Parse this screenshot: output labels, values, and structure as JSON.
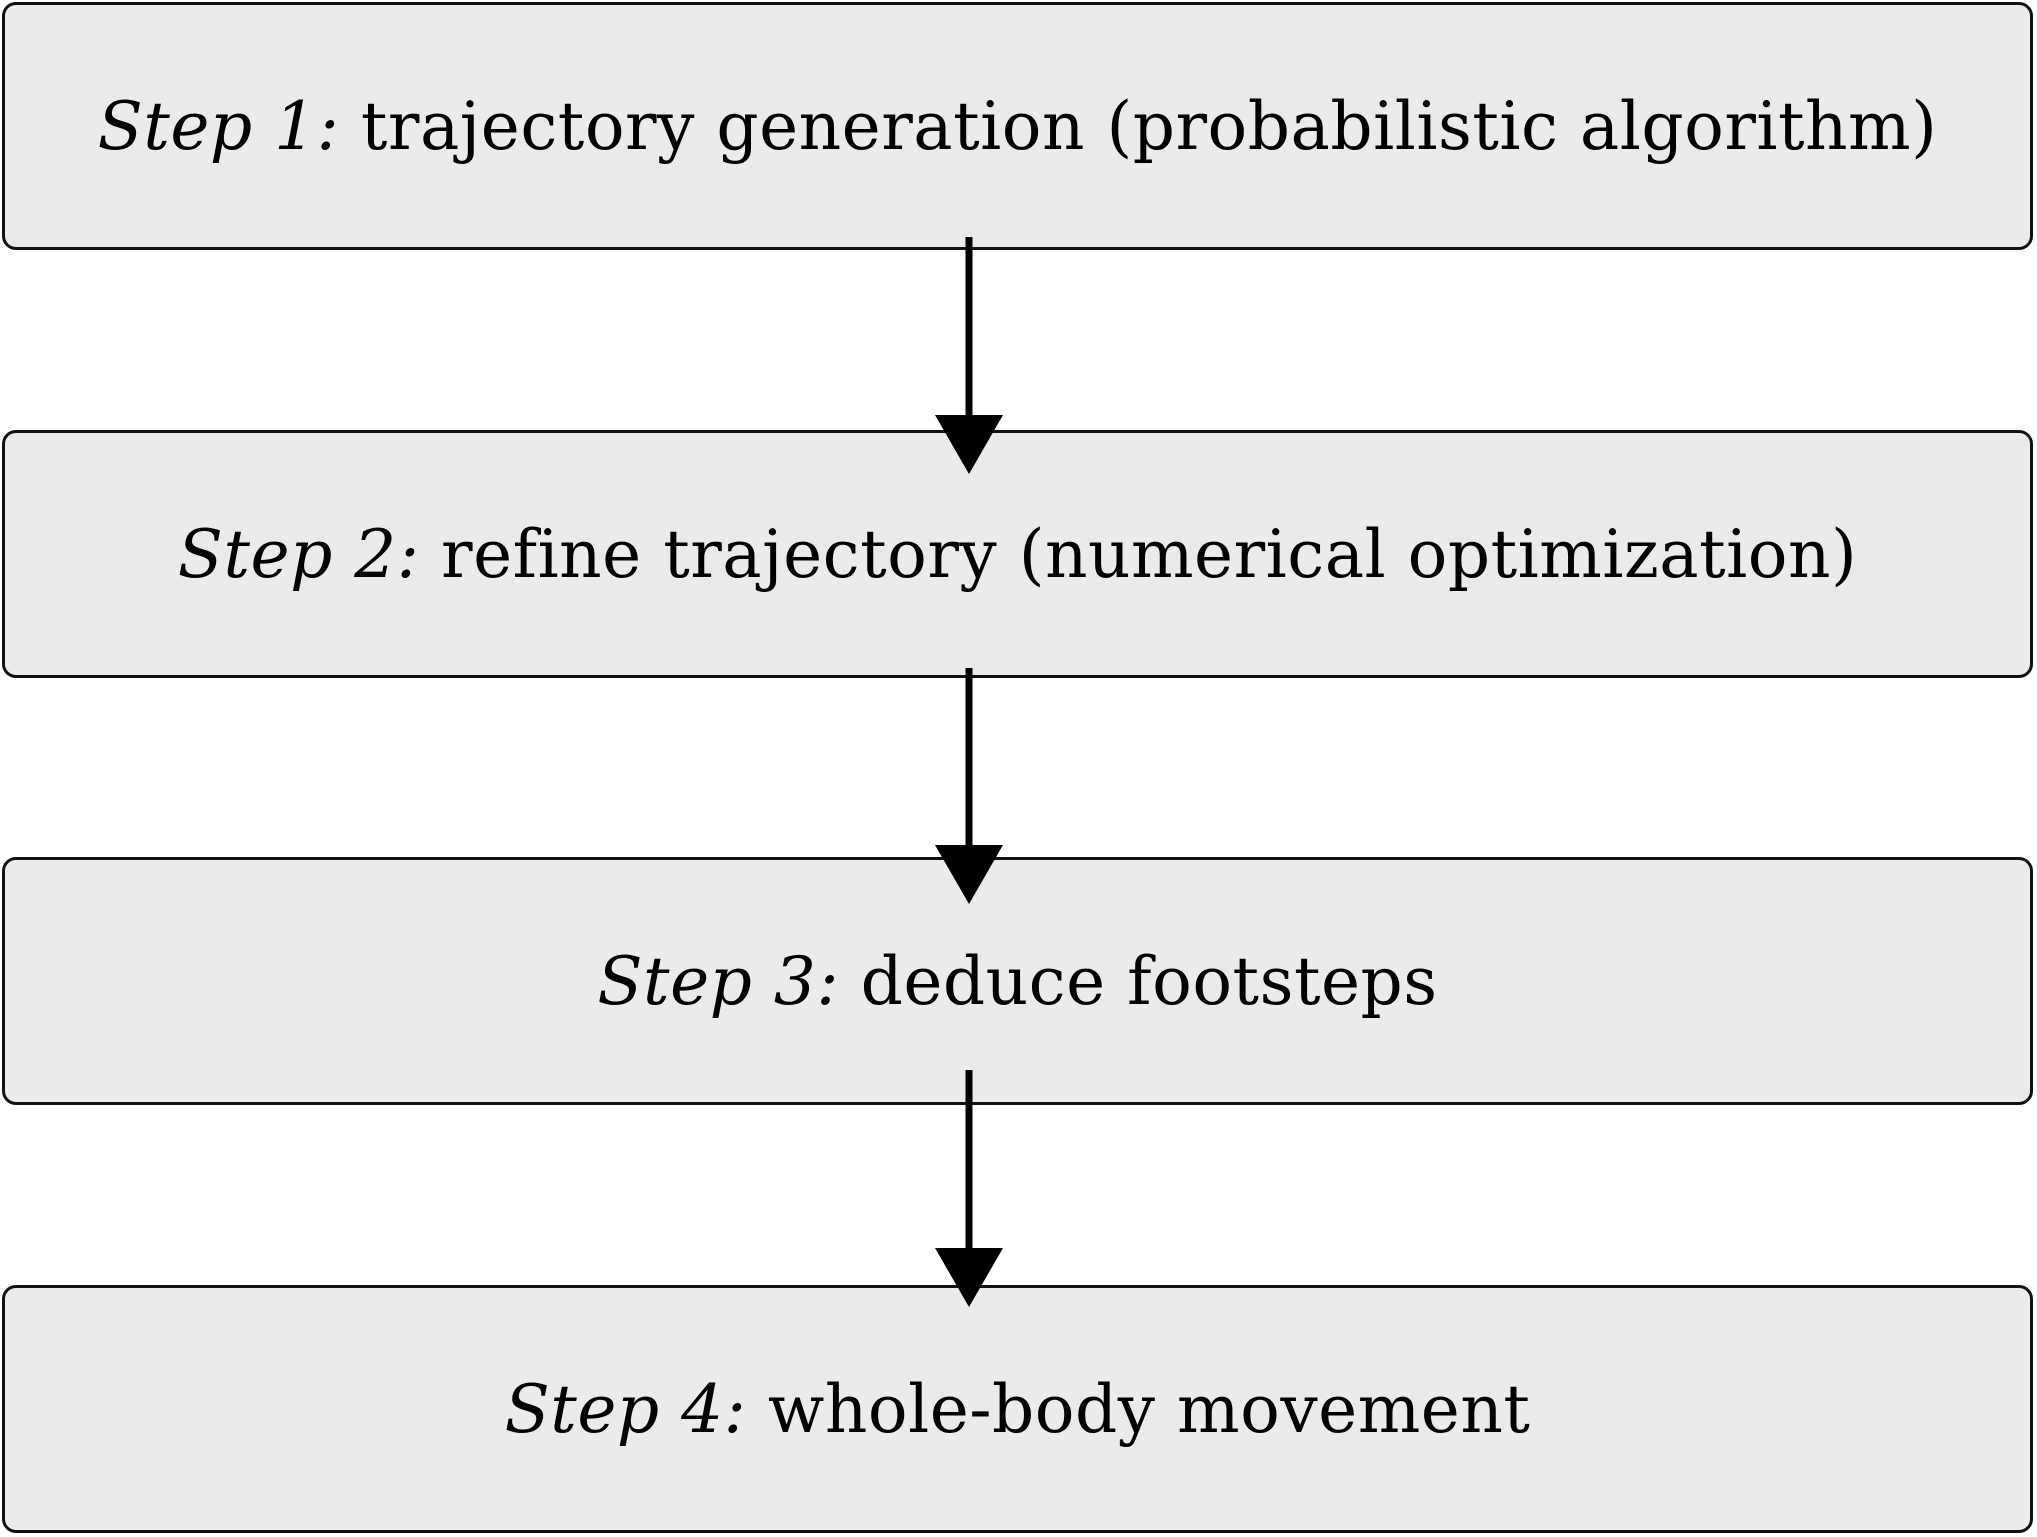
{
  "steps": [
    {
      "prefix": "Step 1:",
      "text": "trajectory generation (probabilistic algorithm)"
    },
    {
      "prefix": "Step 2:",
      "text": "refine trajectory (numerical optimization)"
    },
    {
      "prefix": "Step 3:",
      "text": "deduce footsteps"
    },
    {
      "prefix": "Step 4:",
      "text": "whole-body movement"
    }
  ],
  "colors": {
    "box_fill": "#ebebeb",
    "box_border": "#111111",
    "arrow": "#000000"
  }
}
